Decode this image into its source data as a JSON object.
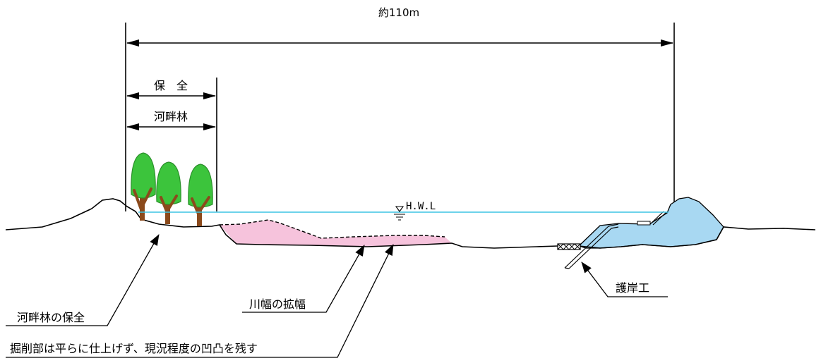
{
  "dimensions": {
    "width_label": "約110m",
    "conservation_label": "保　全",
    "riparian_forest_label": "河畔林"
  },
  "water_level": {
    "label": "H.W.L",
    "color": "#3cc4e4"
  },
  "annotations": {
    "forest_conservation": "河畔林の保全",
    "widening": "川幅の拡幅",
    "excavation_note": "掘削部は平らに仕上げず、現況程度の凹凸を残す",
    "revetment": "護岸工"
  },
  "colors": {
    "excavation_fill": "#f6c3dc",
    "bank_fill": "#a8d8f2",
    "tree_crown": "#3cc43c",
    "tree_crown_edge": "#2a8f2a",
    "tree_trunk": "#8b4a1c",
    "line": "#000000"
  },
  "icons": {
    "tree": "tree-icon",
    "water_level_marker": "water-level-triangle-icon",
    "revetment_block": "gabion-block-icon"
  }
}
